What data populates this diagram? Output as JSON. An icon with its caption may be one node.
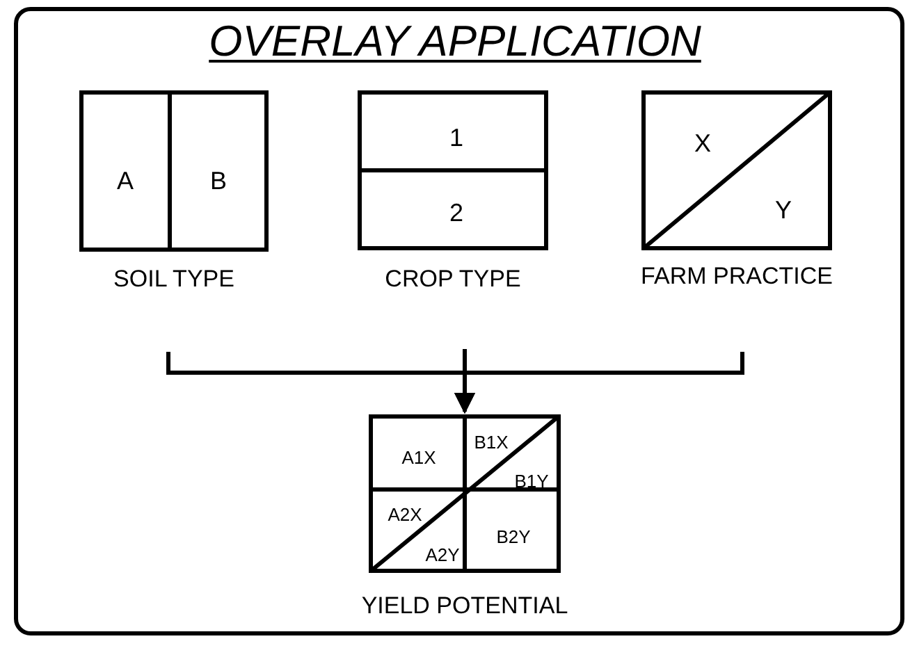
{
  "diagram": {
    "title": "OVERLAY APPLICATION",
    "nodes": [
      {
        "text": [
          "A",
          "B"
        ],
        "beside": [
          "SOIL TYPE"
        ]
      },
      {
        "text": [
          "1",
          "2"
        ],
        "beside": [
          "CROP TYPE"
        ]
      },
      {
        "text": [
          "X",
          "Y"
        ],
        "beside": [
          "FARM PRACTICE"
        ]
      },
      {
        "text": [
          "A1X",
          "B1X",
          "B1Y",
          "A2X",
          "A2Y",
          "B2Y"
        ],
        "beside": [
          "YIELD POTENTIAL"
        ]
      }
    ],
    "edges": [
      {
        "from": 0,
        "to": 3,
        "arrow": "to"
      },
      {
        "from": 1,
        "to": 3,
        "arrow": "to"
      },
      {
        "from": 2,
        "to": 3,
        "arrow": "to"
      }
    ]
  }
}
